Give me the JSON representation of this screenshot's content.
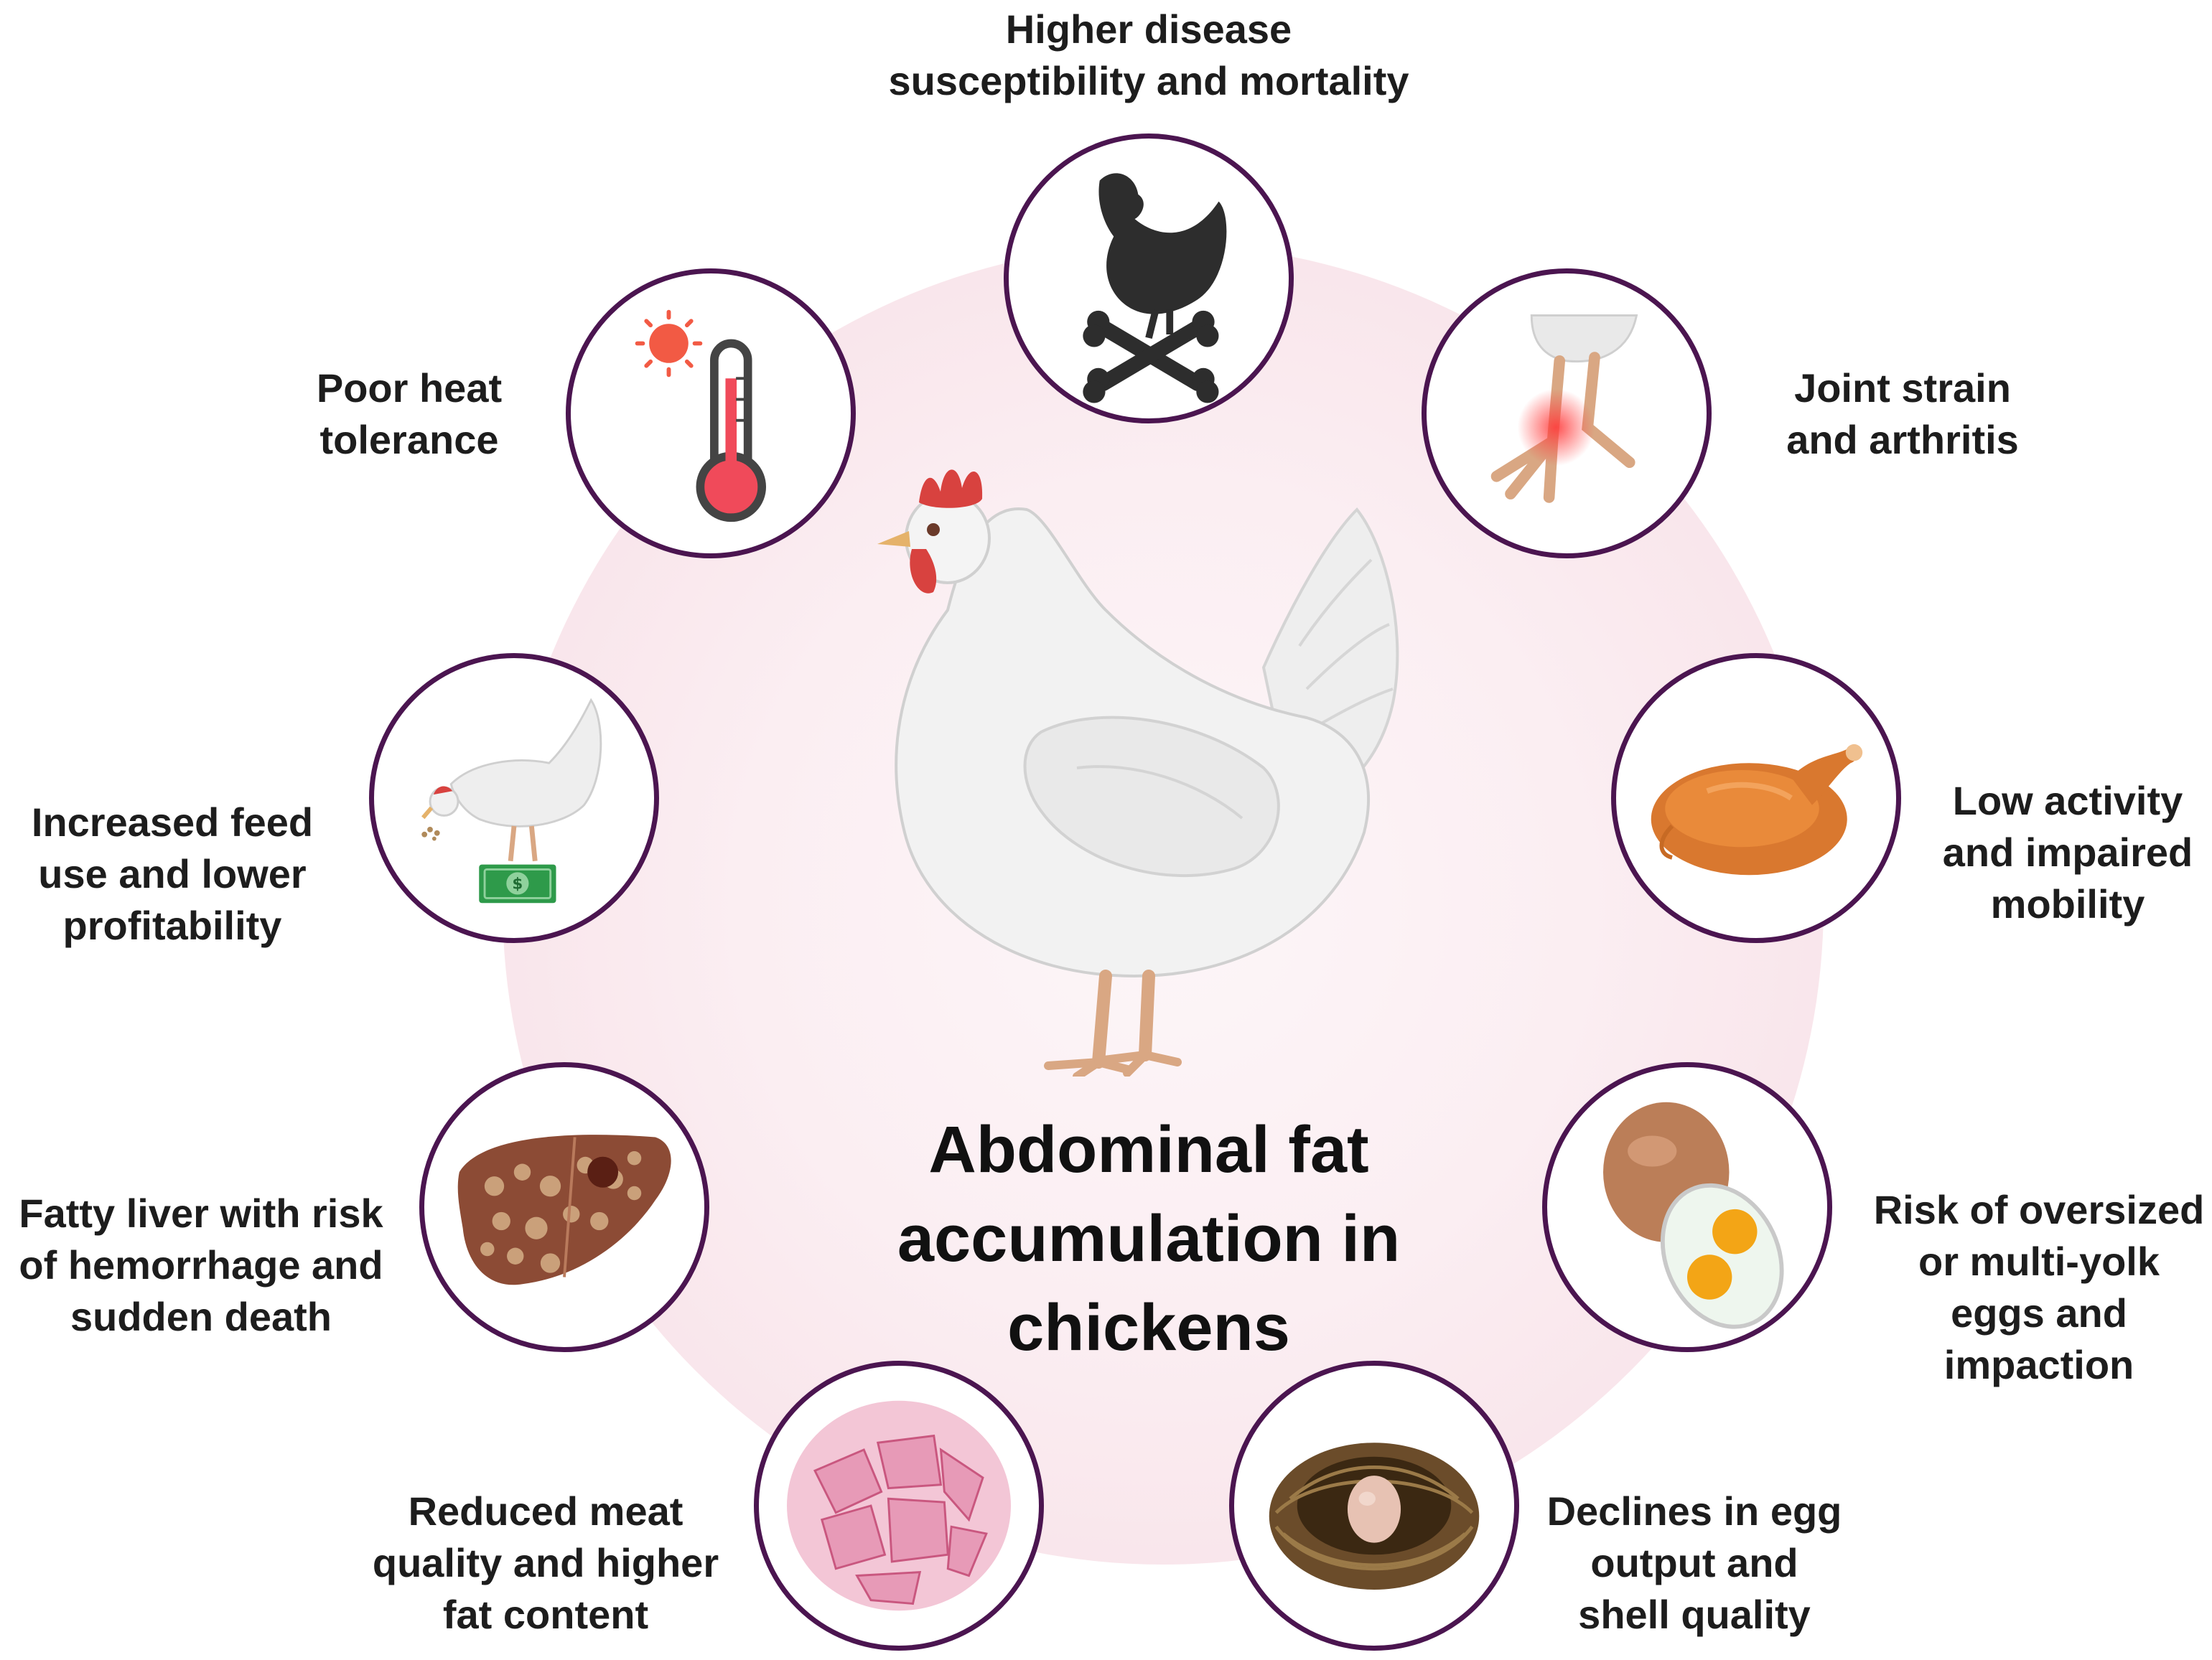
{
  "title": "Abdominal fat\naccumulation in\nchickens",
  "effects": [
    {
      "label": "Higher disease\nsusceptibility and mortality",
      "icon": "dead-chicken-crossbones-icon"
    },
    {
      "label": "Joint strain\nand arthritis",
      "icon": "inflamed-chicken-leg-icon"
    },
    {
      "label": "Low activity\nand impaired\nmobility",
      "icon": "roast-chicken-icon"
    },
    {
      "label": "Risk of oversized\nor multi-yolk\neggs and\nimpaction",
      "icon": "double-yolk-egg-icon"
    },
    {
      "label": "Declines in egg\noutput and\nshell quality",
      "icon": "egg-nest-icon"
    },
    {
      "label": "Reduced meat\nquality and higher\nfat content",
      "icon": "muscle-tissue-icon"
    },
    {
      "label": "Fatty liver with risk\nof hemorrhage and\nsudden death",
      "icon": "fatty-liver-icon"
    },
    {
      "label": "Increased feed\nuse and lower\nprofitability",
      "icon": "feeding-hen-money-icon"
    },
    {
      "label": "Poor heat\ntolerance",
      "icon": "thermometer-sun-icon"
    }
  ],
  "colors": {
    "circle_border": "#4b1550",
    "glow": "#f8e3e9",
    "text": "#1d1d1d"
  }
}
